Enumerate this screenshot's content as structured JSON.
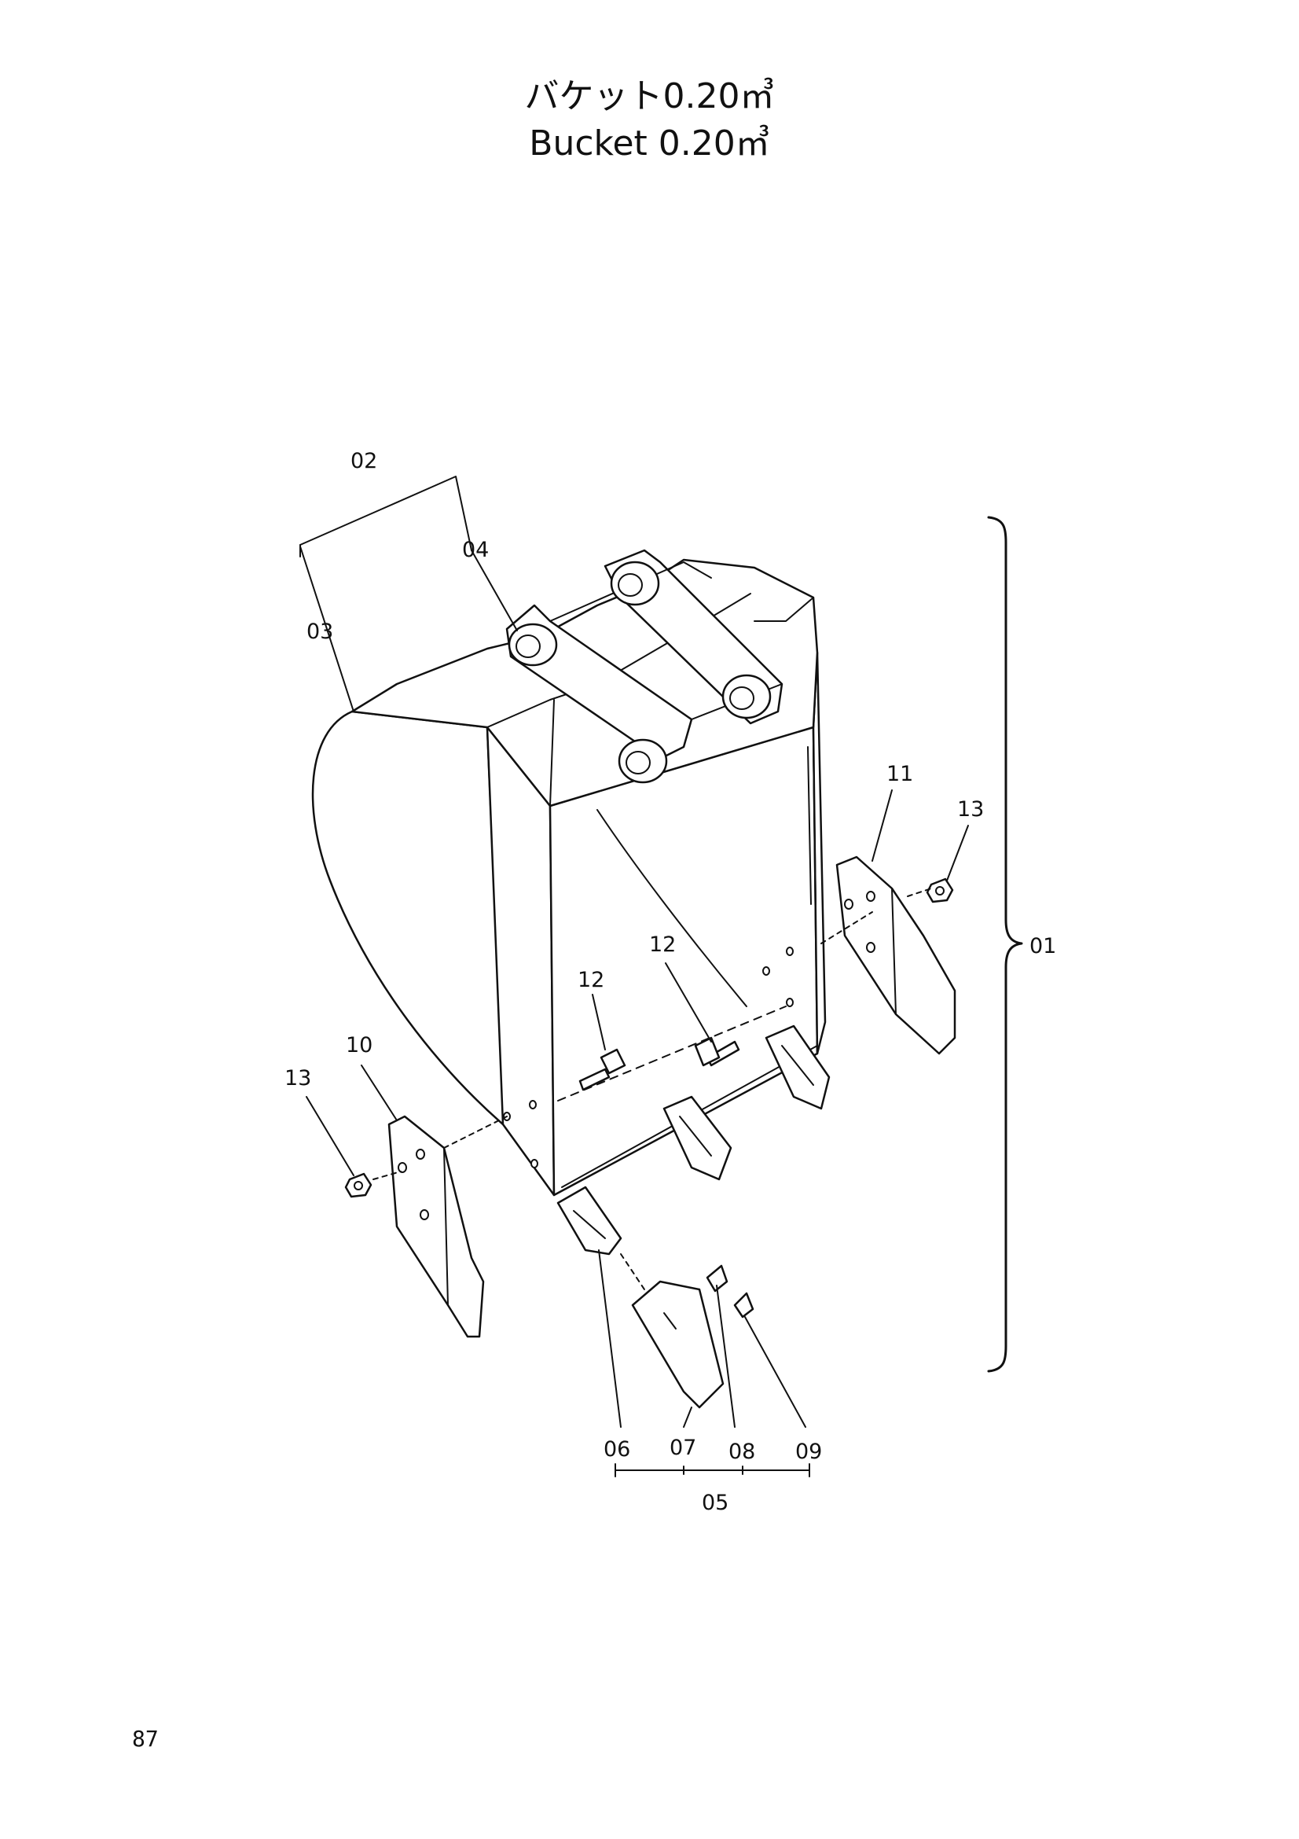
{
  "title": {
    "japanese": "バケット0.20㎥",
    "english": "Bucket 0.20㎥"
  },
  "callouts": {
    "c01": "01",
    "c02": "02",
    "c03": "03",
    "c04": "04",
    "c05": "05",
    "c06": "06",
    "c07": "07",
    "c08": "08",
    "c09": "09",
    "c10": "10",
    "c11": "11",
    "c12a": "12",
    "c12b": "12",
    "c13a": "13",
    "c13b": "13"
  },
  "page_number": "87"
}
